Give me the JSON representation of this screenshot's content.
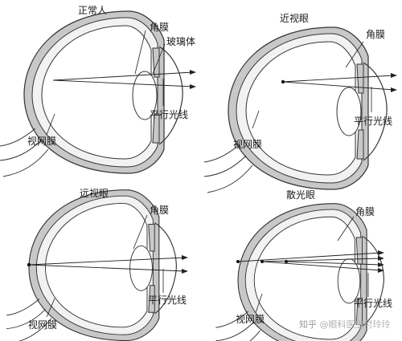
{
  "panels": [
    {
      "title": "正常人",
      "labels": {
        "cornea": "角膜",
        "vitreous": "玻璃体",
        "parallel_light": "平行光线",
        "retina": "视网膜"
      }
    },
    {
      "title": "近视眼",
      "labels": {
        "cornea": "角膜",
        "parallel_light": "平行光线",
        "retina": "视网膜"
      }
    },
    {
      "title": "远视眼",
      "labels": {
        "cornea": "角膜",
        "parallel_light": "平行光线",
        "retina": "视网膜"
      }
    },
    {
      "title": "散光眼",
      "labels": {
        "cornea": "角膜",
        "parallel_light": "平行光线",
        "retina": "视网膜"
      }
    }
  ],
  "watermark": {
    "prefix": "知乎",
    "handle": "@眼科医生付玲玲"
  },
  "colors": {
    "sclera": "#c8c8c8",
    "outline": "#333333",
    "text": "#1a1a1a",
    "watermark": "#9a9a9a"
  }
}
